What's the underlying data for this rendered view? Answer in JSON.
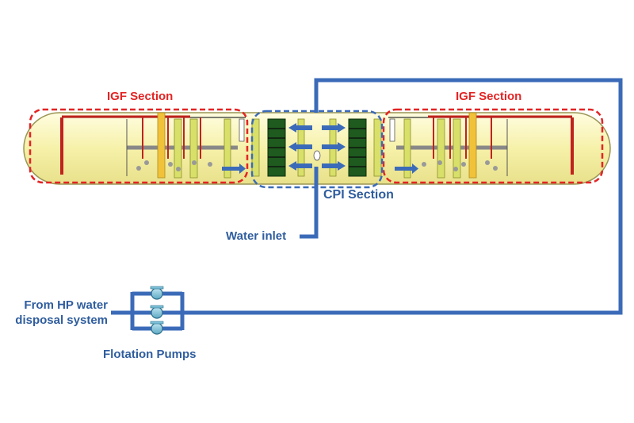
{
  "labels": {
    "igf_left": "IGF Section",
    "igf_right": "IGF Section",
    "cpi": "CPI Section",
    "water_inlet": "Water inlet",
    "from_hp_line1": "From HP water",
    "from_hp_line2": "disposal system",
    "pumps": "Flotation Pumps"
  },
  "colors": {
    "igf_boundary": "#e32424",
    "cpi_boundary": "#3b6bb8",
    "piping": "#3b6bb8",
    "vessel_fill": "#f7f3b0",
    "label_blue": "#2f5d9e",
    "label_red": "#e32424"
  }
}
